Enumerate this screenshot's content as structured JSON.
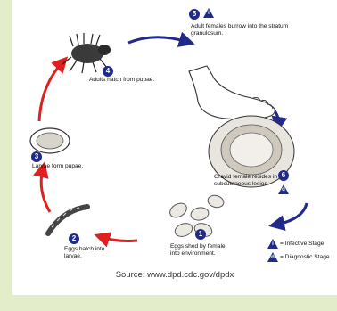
{
  "diagram": {
    "stages": [
      {
        "number": "1",
        "caption": "Eggs shed by female into environment."
      },
      {
        "number": "2",
        "caption": "Eggs hatch into larvae."
      },
      {
        "number": "3",
        "caption": "Larvae form pupae."
      },
      {
        "number": "4",
        "caption": "Adults hatch from pupae."
      },
      {
        "number": "5",
        "caption": "Adult females burrow into the stratum granulosum."
      },
      {
        "number": "6",
        "caption": "Gravid female resides in subcutaneous lesion."
      }
    ],
    "legend": {
      "infective_symbol": "i",
      "infective_label": "= Infective Stage",
      "diagnostic_symbol": "d",
      "diagnostic_label": "= Diagnostic Stage"
    },
    "colors": {
      "host_arrow": "#1f2a8a",
      "environment_arrow": "#e02020",
      "badge": "#1f2a8a",
      "background": "#e3edc9"
    }
  },
  "source": "Source: www.dpd.cdc.gov/dpdx"
}
